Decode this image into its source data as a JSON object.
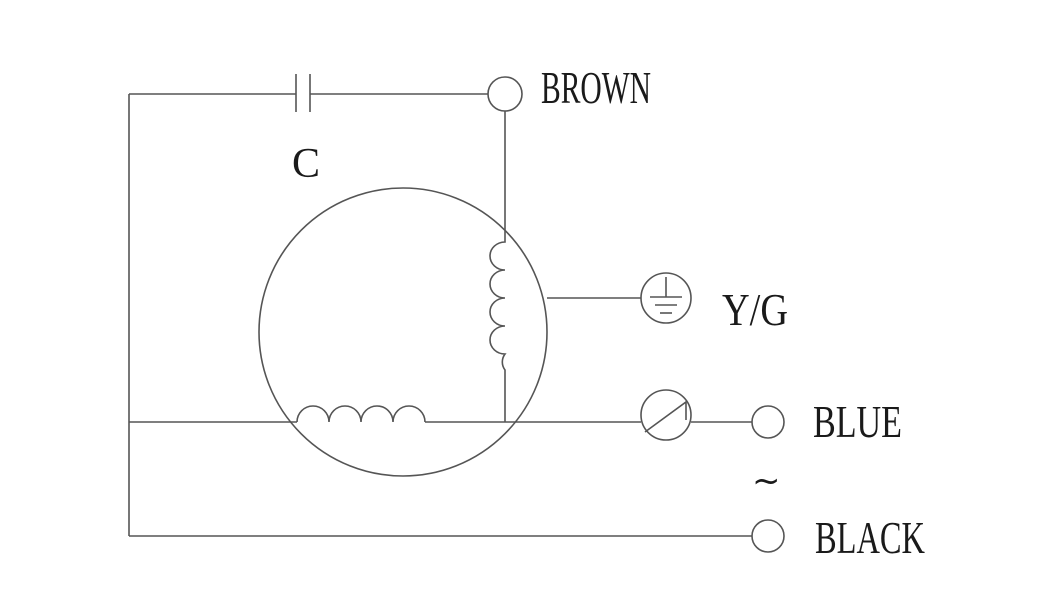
{
  "diagram": {
    "labels": {
      "brown": "BROWN",
      "capacitor": "C",
      "yg": "Y/G",
      "blue": "BLUE",
      "tilde": "~",
      "black": "BLACK"
    },
    "colors": {
      "line": "#555555",
      "text": "#1a1a1a",
      "background": "#ffffff"
    },
    "icons": [
      "capacitor-icon",
      "motor-icon",
      "winding-coil-icon",
      "ground-icon",
      "thermal-protector-icon",
      "terminal-icon"
    ]
  }
}
